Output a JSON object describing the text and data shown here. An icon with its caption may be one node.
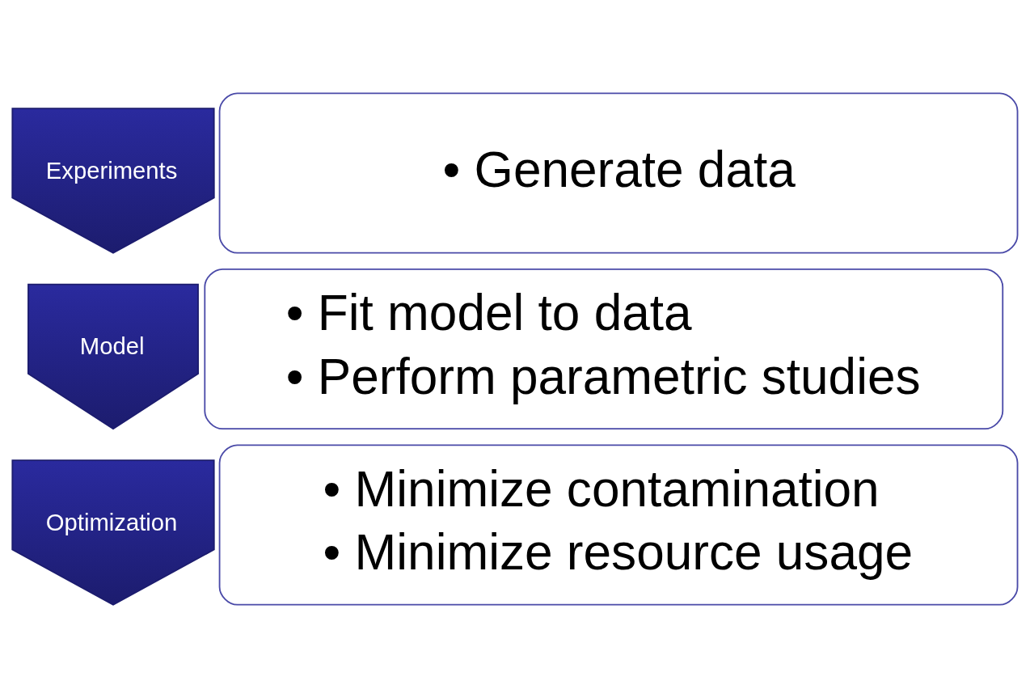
{
  "diagram": {
    "nodes": [
      {
        "text": [
          "Experiments"
        ]
      },
      {
        "text": [
          "• Generate data"
        ]
      },
      {
        "text": [
          "Model"
        ]
      },
      {
        "text": [
          "• Fit model to data",
          "• Perform parametric studies"
        ]
      },
      {
        "text": [
          "Optimization"
        ]
      },
      {
        "text": [
          "• Minimize contamination",
          "• Minimize resource usage"
        ]
      }
    ]
  }
}
